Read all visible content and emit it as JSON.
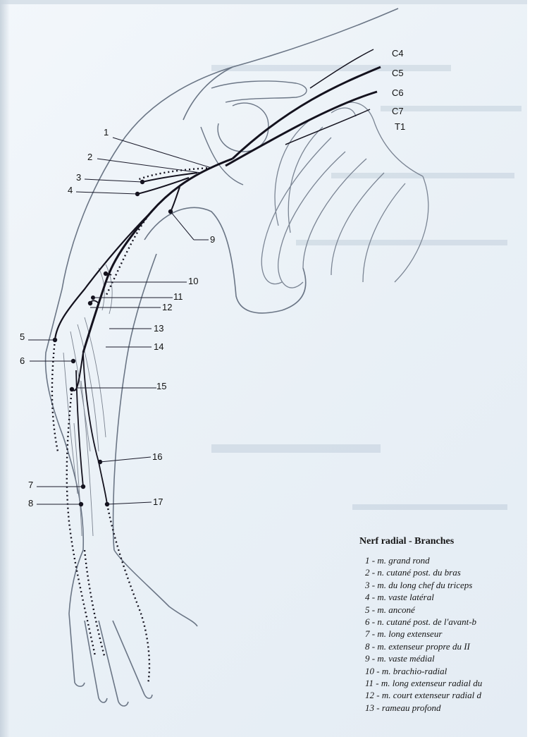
{
  "legend": {
    "title": "Nerf radial - Branches",
    "items": [
      "1 - m. grand rond",
      "2 - n. cutané post. du bras",
      "3 - m. du long chef du triceps",
      "4 - m. vaste latéral",
      "5 - m. anconé",
      "6 - n. cutané post. de l'avant-b",
      "7 - m. long extenseur",
      "8 - m. extenseur propre du II",
      "9 - m. vaste médial",
      "10 - m. brachio-radial",
      "11 - m. long extenseur radial du",
      "12 - m. court extenseur radial d",
      "13 - rameau profond"
    ]
  },
  "figure": {
    "labels": [
      "1",
      "2",
      "3",
      "4",
      "5",
      "6",
      "7",
      "8",
      "9",
      "10",
      "11",
      "12",
      "13",
      "14",
      "15",
      "16",
      "17"
    ],
    "roots": [
      "C4",
      "C5",
      "C6",
      "C7",
      "T1"
    ],
    "colors": {
      "ink": "#1a1a2a",
      "nerve": "#14121e",
      "outline": "#6b7686"
    }
  }
}
